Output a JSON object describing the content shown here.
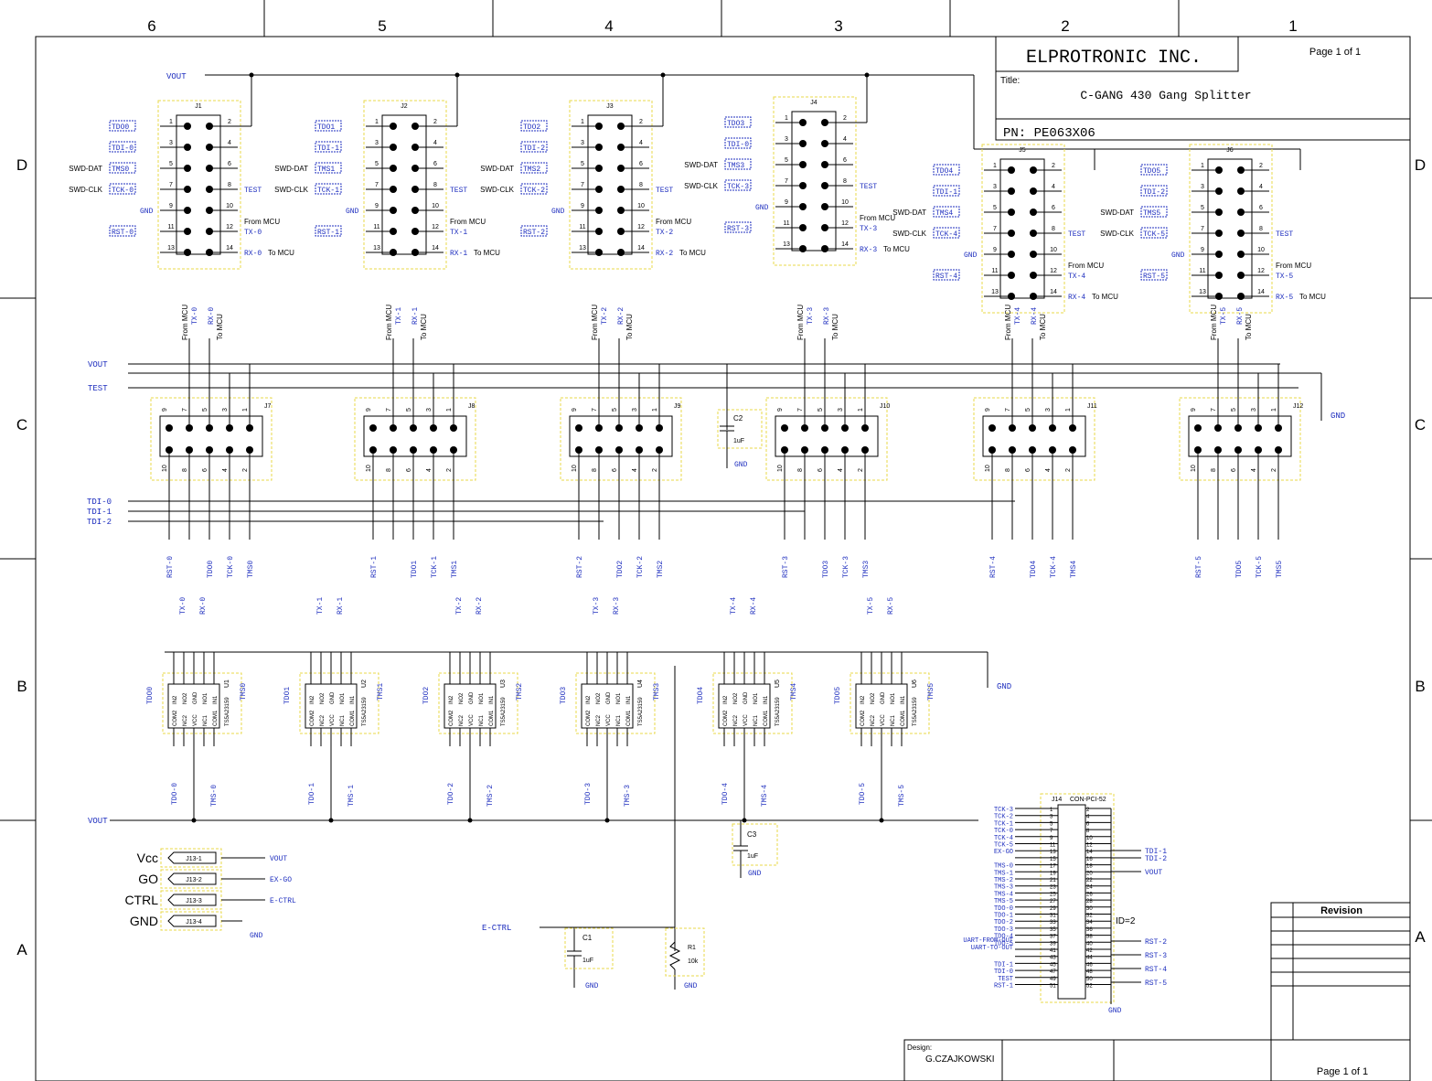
{
  "zones": {
    "columns": [
      "6",
      "5",
      "4",
      "3",
      "2",
      "1"
    ],
    "rows": [
      "D",
      "C",
      "B",
      "A"
    ]
  },
  "title_block": {
    "company": "ELPROTRONIC INC.",
    "page_top": "Page 1 of 1",
    "title_label": "Title:",
    "title": "C-GANG 430 Gang Splitter",
    "pn": "PN: PE063X06",
    "design_label": "Design:",
    "designer": "G.CZAJKOWSKI",
    "page_bottom": "Page 1 of 1",
    "revision": "Revision"
  },
  "top_connectors": [
    {
      "ref": "J1",
      "tdo": "TDO0",
      "tdi": "TDI-0",
      "tms": "TMS0",
      "tck": "TCK-0",
      "rst": "RST-0",
      "tx": "TX-0",
      "rx": "RX-0"
    },
    {
      "ref": "J2",
      "tdo": "TDO1",
      "tdi": "TDI-1",
      "tms": "TMS1",
      "tck": "TCK-1",
      "rst": "RST-1",
      "tx": "TX-1",
      "rx": "RX-1"
    },
    {
      "ref": "J3",
      "tdo": "TDO2",
      "tdi": "TDI-2",
      "tms": "TMS2",
      "tck": "TCK-2",
      "rst": "RST-2",
      "tx": "TX-2",
      "rx": "RX-2"
    },
    {
      "ref": "J4",
      "tdo": "TDO3",
      "tdi": "TDI-0",
      "tms": "TMS3",
      "tck": "TCK-3",
      "rst": "RST-3",
      "tx": "TX-3",
      "rx": "RX-3"
    },
    {
      "ref": "J5",
      "tdo": "TDO4",
      "tdi": "TDI-1",
      "tms": "TMS4",
      "tck": "TCK-4",
      "rst": "RST-4",
      "tx": "TX-4",
      "rx": "RX-4"
    },
    {
      "ref": "J6",
      "tdo": "TDO5",
      "tdi": "TDI-2",
      "tms": "TMS5",
      "tck": "TCK-5",
      "rst": "RST-5",
      "tx": "TX-5",
      "rx": "RX-5"
    }
  ],
  "mid_connectors": [
    "J7",
    "J8",
    "J9",
    "J10",
    "J11",
    "J12"
  ],
  "switches": [
    {
      "ref": "U1",
      "tdo": "TDO0",
      "tms": "TMS0",
      "tdo_out": "TDO-0",
      "tms_out": "TMS-0"
    },
    {
      "ref": "U2",
      "tdo": "TDO1",
      "tms": "TMS1",
      "tdo_out": "TDO-1",
      "tms_out": "TMS-1"
    },
    {
      "ref": "U3",
      "tdo": "TDO2",
      "tms": "TMS2",
      "tdo_out": "TDO-2",
      "tms_out": "TMS-2"
    },
    {
      "ref": "U4",
      "tdo": "TDO3",
      "tms": "TMS3",
      "tdo_out": "TDO-3",
      "tms_out": "TMS-3"
    },
    {
      "ref": "U5",
      "tdo": "TDO4",
      "tms": "TMS4",
      "tdo_out": "TDO-4",
      "tms_out": "TMS-4"
    },
    {
      "ref": "U6",
      "tdo": "TDO5",
      "tms": "TMS5",
      "tdo_out": "TDO-5",
      "tms_out": "TMS-5"
    }
  ],
  "labels": {
    "vout": "VOUT",
    "test": "TEST",
    "gnd": "GND",
    "swd_dat": "SWD-DAT",
    "swd_clk": "SWD-CLK",
    "from_mcu": "From MCU",
    "to_mcu": "To MCU",
    "part": "TS5A23159",
    "e_ctrl": "E-CTRL",
    "ex_go": "EX-GO",
    "id2": "ID=2",
    "uart_from": "UART-FROM-OUT",
    "uart_to": "UART-TO-OUT",
    "pci_ref": "J14",
    "pci_name": "CON-PCI-52"
  },
  "power_labels": [
    {
      "name": "Vcc",
      "pin": "J13-1",
      "net": "VOUT"
    },
    {
      "name": "GO",
      "pin": "J13-2",
      "net": "EX-GO"
    },
    {
      "name": "CTRL",
      "pin": "J13-3",
      "net": "E-CTRL"
    },
    {
      "name": "GND",
      "pin": "J13-4",
      "net": "GND"
    }
  ],
  "caps": [
    {
      "ref": "C1",
      "value": "1uF"
    },
    {
      "ref": "C2",
      "value": "1uF"
    },
    {
      "ref": "C3",
      "value": "1uF"
    }
  ],
  "resistor": {
    "ref": "R1",
    "value": "10k"
  },
  "pci_left": [
    "TCK-3",
    "TCK-2",
    "TCK-1",
    "TCK-0",
    "TCK-4",
    "TCK-5",
    "EX-GO",
    "",
    "TMS-0",
    "TMS-1",
    "TMS-2",
    "TMS-3",
    "TMS-4",
    "TMS-5",
    "TDO-0",
    "TDO-1",
    "TDO-2",
    "TDO-3",
    "TDO-4",
    "TDO-5",
    "",
    "",
    "TDI-1",
    "TDI-0",
    "TEST",
    "RST-1"
  ],
  "pci_right_nets": [
    "TDI-1",
    "TDI-2",
    "VOUT",
    "RST-2",
    "RST-3",
    "RST-4",
    "RST-5"
  ],
  "colors": {
    "wire": "#000000",
    "label_box": "#1f2fbf",
    "outline": "#e8d84a",
    "border": "#000000"
  }
}
